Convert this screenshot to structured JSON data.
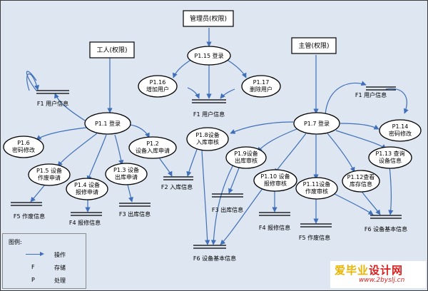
{
  "entities": {
    "admin": "管理员(权限)",
    "worker": "工人(权限)",
    "supervisor": "主管(权限)"
  },
  "processes": {
    "p1_15": "P1.15 登录",
    "p1_16": [
      "P1.16",
      "增加用户"
    ],
    "p1_17": [
      "P1.17",
      "删除用户"
    ],
    "p1_1": "P1.1 登录",
    "p1_6": [
      "P1.6",
      "密码修改"
    ],
    "p1_5": [
      "P1.5 设备",
      "作废申请"
    ],
    "p1_4": [
      "P1.4 设备",
      "报修申请"
    ],
    "p1_3": [
      "P1.3 设备",
      "出库申请"
    ],
    "p1_2": [
      "P1.2",
      "设备入库申请"
    ],
    "p1_8": [
      "P1.8设备",
      "入库审核"
    ],
    "p1_9": [
      "P1.9设备",
      "出库审核"
    ],
    "p1_10": [
      "P1.10 设备",
      "报修审核"
    ],
    "p1_11": [
      "P1.11设备",
      "作废审核"
    ],
    "p1_12": [
      "P1.12查看",
      "库存信息"
    ],
    "p1_13": [
      "P1.13 查询",
      "设备信息"
    ],
    "p1_7": "P1.7 登录",
    "p1_14": [
      "P1.14",
      "密码修改"
    ]
  },
  "stores": {
    "f1_top": "F1 用户信息",
    "f1_mid": "F1 用户信息",
    "f1_right": "F1 用户信息",
    "f2": "F2 入库信息",
    "f3_left": "F3 出库信息",
    "f3_mid": "F3 出库信息",
    "f4_left": "F4 报修信息",
    "f4_mid": "F4 报修信息",
    "f5_left": "F5 作废信息",
    "f5_right": "F5 作废信息",
    "f6_center": "F6 设备基本信息",
    "f6_right": "F6 设备基本信息"
  },
  "legend": {
    "title": "图例:",
    "rows": [
      {
        "symbol": "",
        "label": "操作"
      },
      {
        "symbol": "F",
        "label": "存储"
      },
      {
        "symbol": "P",
        "label": "处理"
      }
    ]
  },
  "watermark": {
    "brand_a": "爱毕业",
    "brand_b": "设计网",
    "url": "www.2byslj.cn"
  },
  "colors": {
    "flow": "#3f6fb8",
    "background": "#dde6f1",
    "watermark_red": "#d81e1e",
    "watermark_gold": "#e8b400"
  }
}
